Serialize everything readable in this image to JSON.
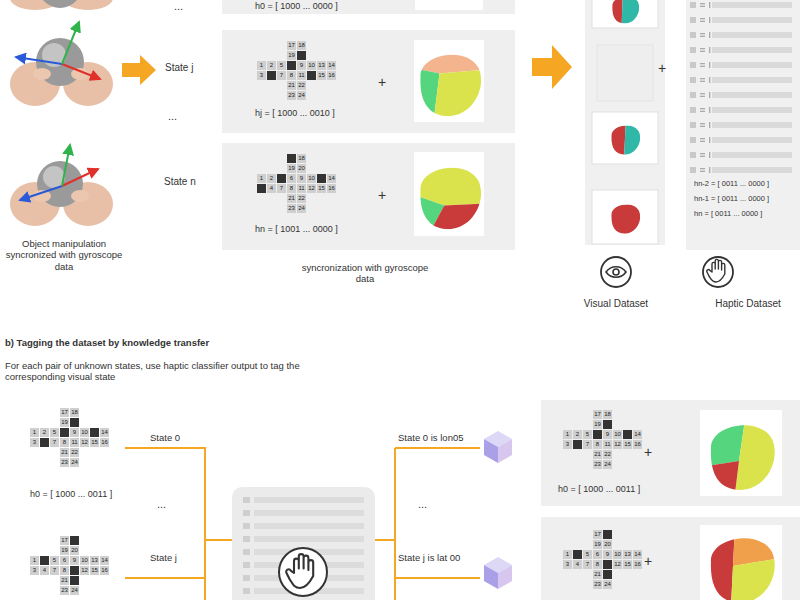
{
  "diagram": {
    "nodes": [
      {
        "text": [
          "h0 = [ 1000 ... 0000 ]"
        ]
      },
      {
        "text": [
          "hj = [ 1000 ... 0010 ]",
          "+"
        ]
      },
      {
        "text": [
          "hn = [ 1001 ... 0000 ]",
          "+"
        ]
      },
      {
        "text": [
          "Visual Dataset"
        ]
      },
      {
        "text": [
          "hn-2 = [ 0011 ... 0000 ]",
          "hn-1 = [ 0011 ... 0000 ]",
          "hn = [ 0011 ... 0000 ]",
          "Haptic Dataset"
        ]
      },
      {
        "text": [
          "h0 = [ 1000 ... 0011 ]"
        ]
      },
      {
        "text": [
          "h0 = [ 1000 ... 0011 ]",
          "+"
        ]
      },
      {
        "text": [
          "+"
        ]
      }
    ],
    "edges": [
      {
        "from": 1,
        "to": 3,
        "arrow": "to"
      }
    ],
    "labels": [
      "...",
      "State j",
      "...",
      "State n",
      "Object manipulation syncronized with gyroscope data",
      "syncronization with gyroscope data",
      "+",
      "b) Tagging the dataset by knowledge transfer",
      "For each pair of unknown states, use haptic classifier output to tag the corresponding visual state",
      "State 0",
      "...",
      "State j",
      "State 0 is lon05",
      "...",
      "State j is lat 00",
      "17",
      "18",
      "19",
      "1",
      "2",
      "5",
      "9",
      "10",
      "13",
      "14",
      "3",
      "7",
      "8",
      "11",
      "15",
      "16",
      "21",
      "22",
      "23",
      "24",
      "18",
      "19",
      "20",
      "1",
      "2",
      "6",
      "9",
      "10",
      "14",
      "4",
      "7",
      "8",
      "11",
      "12",
      "15",
      "16",
      "21",
      "22",
      "23",
      "24",
      "17",
      "18",
      "19",
      "1",
      "2",
      "5",
      "9",
      "10",
      "14",
      "3",
      "7",
      "8",
      "11",
      "12",
      "15",
      "16",
      "21",
      "22",
      "23",
      "24",
      "17",
      "19",
      "20",
      "1",
      "5",
      "6",
      "9",
      "10",
      "13",
      "14",
      "3",
      "4",
      "7",
      "8",
      "12",
      "15",
      "16",
      "21",
      "23",
      "24",
      "17",
      "18",
      "19",
      "1",
      "2",
      "5",
      "9",
      "10",
      "14",
      "3",
      "7",
      "8",
      "11",
      "12",
      "15",
      "16",
      "21",
      "22",
      "23",
      "24",
      "17",
      "19",
      "20",
      "1",
      "5",
      "6",
      "9",
      "10",
      "13",
      "14",
      "3",
      "4",
      "7",
      "8",
      "12",
      "15",
      "16",
      "21",
      "23",
      "24"
    ]
  }
}
